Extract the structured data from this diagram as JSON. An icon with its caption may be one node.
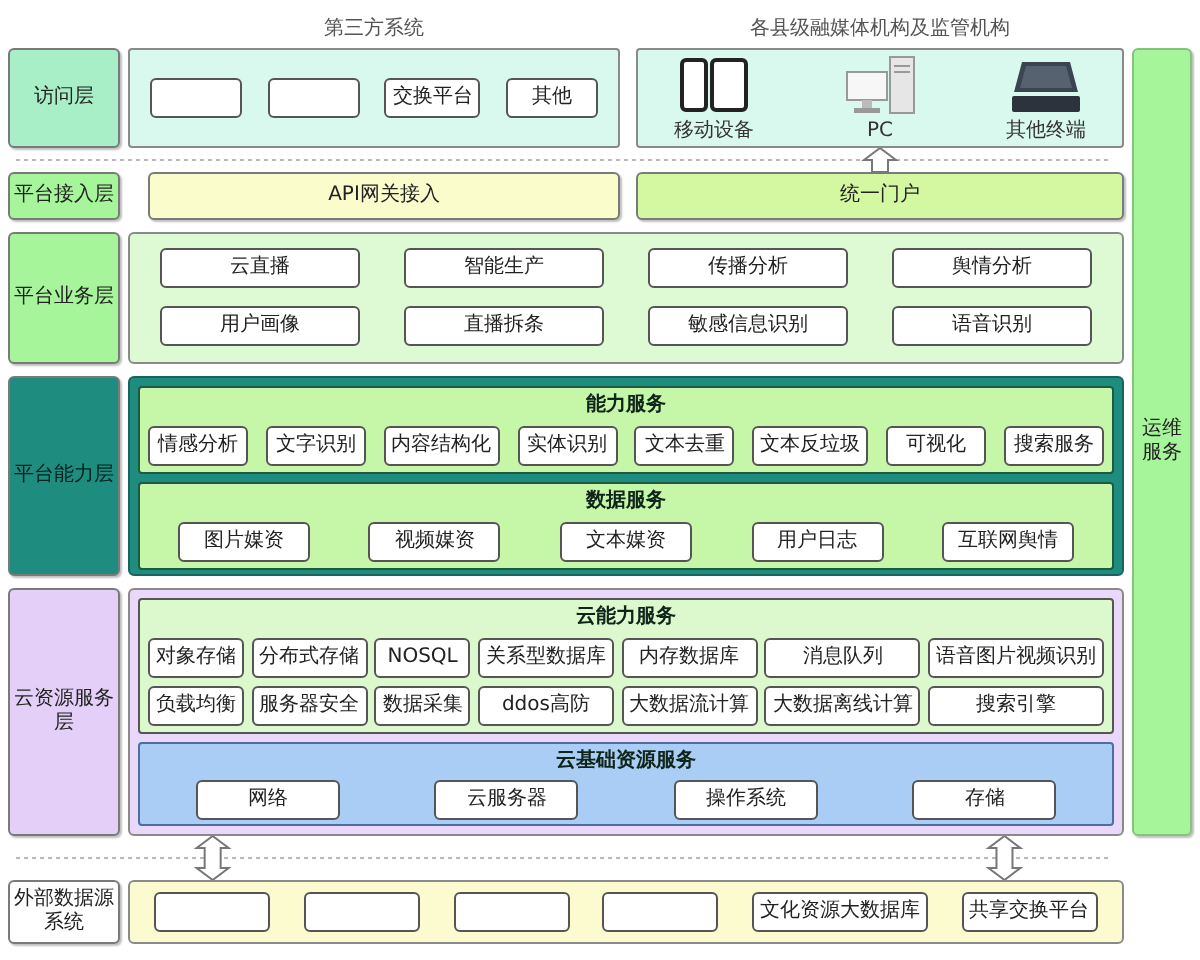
{
  "diagram": {
    "nodes": [
      {
        "text": [
          "访问层"
        ]
      },
      {
        "text": [
          "第三方系统"
        ]
      },
      {
        "text": [],
        "shape": "box",
        "in": 1
      },
      {
        "text": [],
        "shape": "box",
        "in": 1
      },
      {
        "text": [
          "交换平台"
        ],
        "in": 1
      },
      {
        "text": [
          "其他"
        ],
        "in": 1
      },
      {
        "text": [
          "各县级融媒体机构及监管机构"
        ]
      },
      {
        "text": [
          "运维服务"
        ]
      },
      {
        "text": [
          "平台接入层"
        ]
      },
      {
        "text": [
          "API网关接入"
        ]
      },
      {
        "text": [
          "统一门户"
        ]
      },
      {
        "text": [
          "平台业务层"
        ]
      },
      {
        "text": [],
        "shape": "box"
      },
      {
        "text": [
          "云直播"
        ],
        "in": 12
      },
      {
        "text": [
          "智能生产"
        ],
        "in": 12
      },
      {
        "text": [
          "传播分析"
        ],
        "in": 12
      },
      {
        "text": [
          "舆情分析"
        ],
        "in": 12
      },
      {
        "text": [
          "用户画像"
        ],
        "in": 12
      },
      {
        "text": [
          "直播拆条"
        ],
        "in": 12
      },
      {
        "text": [
          "敏感信息识别"
        ],
        "in": 12
      },
      {
        "text": [
          "语音识别"
        ],
        "in": 12
      },
      {
        "text": [
          "平台能力层"
        ]
      },
      {
        "text": [],
        "shape": "box"
      },
      {
        "text": [
          "能力服务"
        ],
        "in": 22
      },
      {
        "text": [
          "情感分析"
        ],
        "in": 23
      },
      {
        "text": [
          "文字识别"
        ],
        "in": 23
      },
      {
        "text": [
          "内容结构化"
        ],
        "in": 23
      },
      {
        "text": [
          "实体识别"
        ],
        "in": 23
      },
      {
        "text": [
          "文本去重"
        ],
        "in": 23
      },
      {
        "text": [
          "文本反垃圾"
        ],
        "in": 23
      },
      {
        "text": [
          "可视化"
        ],
        "in": 23
      },
      {
        "text": [
          "搜索服务"
        ],
        "in": 23
      },
      {
        "text": [
          "数据服务"
        ],
        "in": 22
      },
      {
        "text": [
          "图片媒资"
        ],
        "in": 32
      },
      {
        "text": [
          "视频媒资"
        ],
        "in": 32
      },
      {
        "text": [
          "文本媒资"
        ],
        "in": 32
      },
      {
        "text": [
          "用户日志"
        ],
        "in": 32
      },
      {
        "text": [
          "互联网舆情"
        ],
        "in": 32
      },
      {
        "text": [
          "云资源服务层"
        ]
      },
      {
        "text": [],
        "shape": "box"
      },
      {
        "text": [
          "云能力服务"
        ],
        "in": 39
      },
      {
        "text": [
          "对象存储"
        ],
        "in": 40
      },
      {
        "text": [
          "分布式存储"
        ],
        "in": 40
      },
      {
        "text": [
          "NOSQL"
        ],
        "in": 40
      },
      {
        "text": [
          "关系型数据库"
        ],
        "in": 40
      },
      {
        "text": [
          "内存数据库"
        ],
        "in": 40
      },
      {
        "text": [
          "消息队列"
        ],
        "in": 40
      },
      {
        "text": [
          "语音图片视频识别"
        ],
        "in": 40
      },
      {
        "text": [
          "负载均衡"
        ],
        "in": 40
      },
      {
        "text": [
          "服务器安全"
        ],
        "in": 40
      },
      {
        "text": [
          "数据采集"
        ],
        "in": 40
      },
      {
        "text": [
          "ddos高防"
        ],
        "in": 40
      },
      {
        "text": [
          "大数据流计算"
        ],
        "in": 40
      },
      {
        "text": [
          "大数据离线计算"
        ],
        "in": 40
      },
      {
        "text": [
          "搜索引擎"
        ],
        "in": 40
      },
      {
        "text": [
          "云基础资源服务"
        ],
        "in": 39
      },
      {
        "text": [
          "网络"
        ],
        "in": 55
      },
      {
        "text": [
          "云服务器"
        ],
        "in": 55
      },
      {
        "text": [
          "操作系统"
        ],
        "in": 55
      },
      {
        "text": [
          "存储"
        ],
        "in": 55
      },
      {
        "text": [
          "外部数据源系统"
        ]
      },
      {
        "text": [],
        "shape": "box"
      },
      {
        "text": [],
        "shape": "box",
        "in": 61
      },
      {
        "text": [],
        "shape": "box",
        "in": 61
      },
      {
        "text": [],
        "shape": "box",
        "in": 61
      },
      {
        "text": [],
        "shape": "box",
        "in": 61
      },
      {
        "text": [
          "文化资源大数据库"
        ],
        "in": 61
      },
      {
        "text": [
          "共享交换平台"
        ],
        "in": 61
      }
    ],
    "edges": [
      {
        "from": 10,
        "to": 6,
        "arrow": "to"
      },
      {
        "from": 39,
        "to": 61,
        "arrow": "both"
      },
      {
        "from": 39,
        "to": 61,
        "arrow": "both"
      }
    ],
    "labels": [
      "移动设备",
      "PC",
      "其他终端"
    ]
  }
}
